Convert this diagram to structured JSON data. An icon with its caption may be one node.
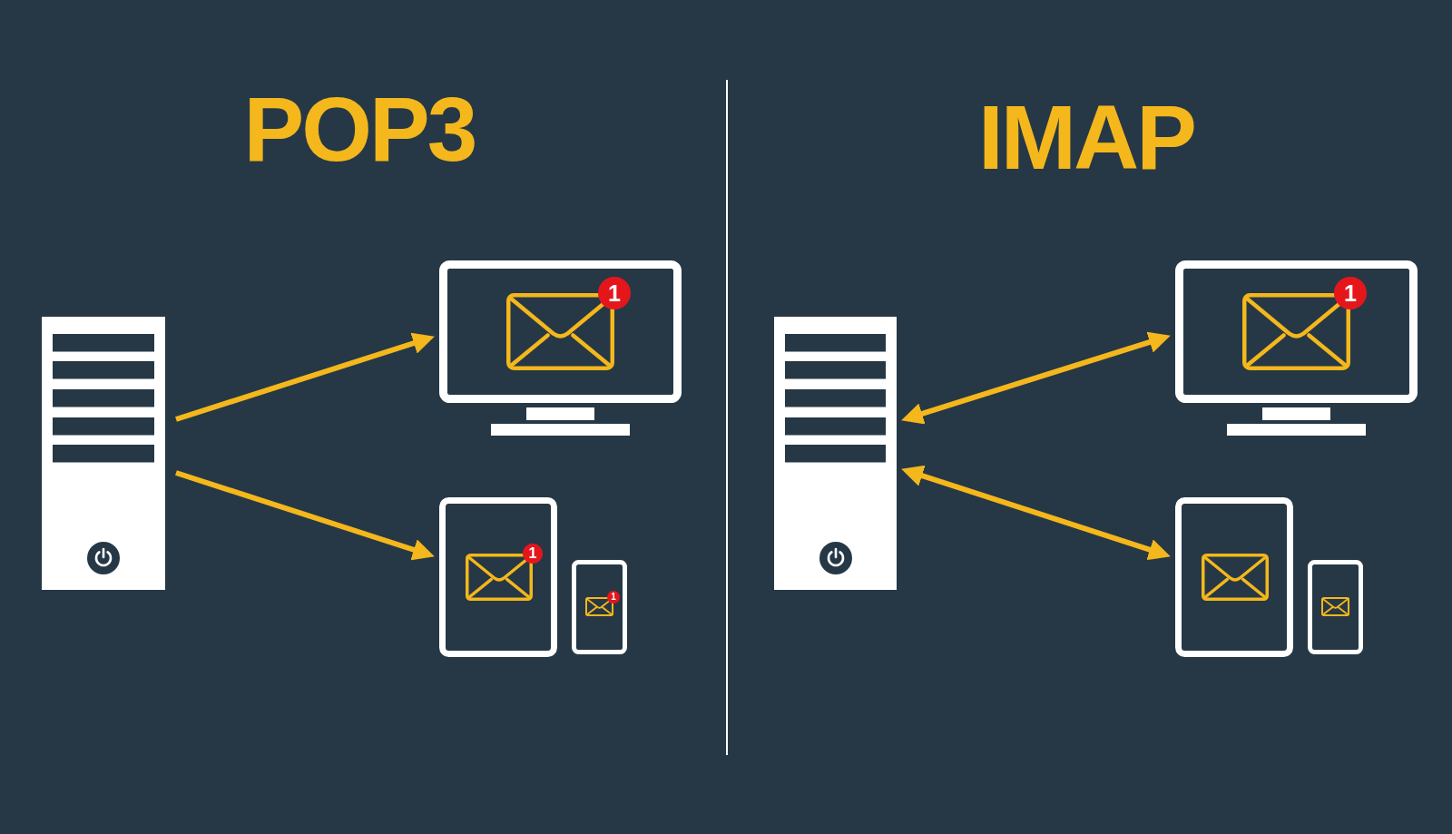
{
  "diagram": {
    "nodes": [
      {
        "text": [],
        "shape": "picture"
      },
      {
        "text": [
          "1"
        ]
      },
      {
        "text": [
          "1"
        ]
      },
      {
        "text": [
          "1"
        ]
      },
      {
        "text": [],
        "shape": "picture"
      },
      {
        "text": [
          "1"
        ]
      },
      {
        "text": [],
        "shape": "picture"
      },
      {
        "text": [],
        "shape": "picture"
      }
    ],
    "edges": [
      {
        "from": 0,
        "to": 1,
        "arrow": "to"
      },
      {
        "from": 0,
        "to": 2,
        "arrow": "to"
      },
      {
        "from": 4,
        "to": 5,
        "arrow": "both"
      },
      {
        "from": 4,
        "to": 6,
        "arrow": "both"
      }
    ],
    "labels": [
      "POP3",
      "IMAP"
    ]
  }
}
